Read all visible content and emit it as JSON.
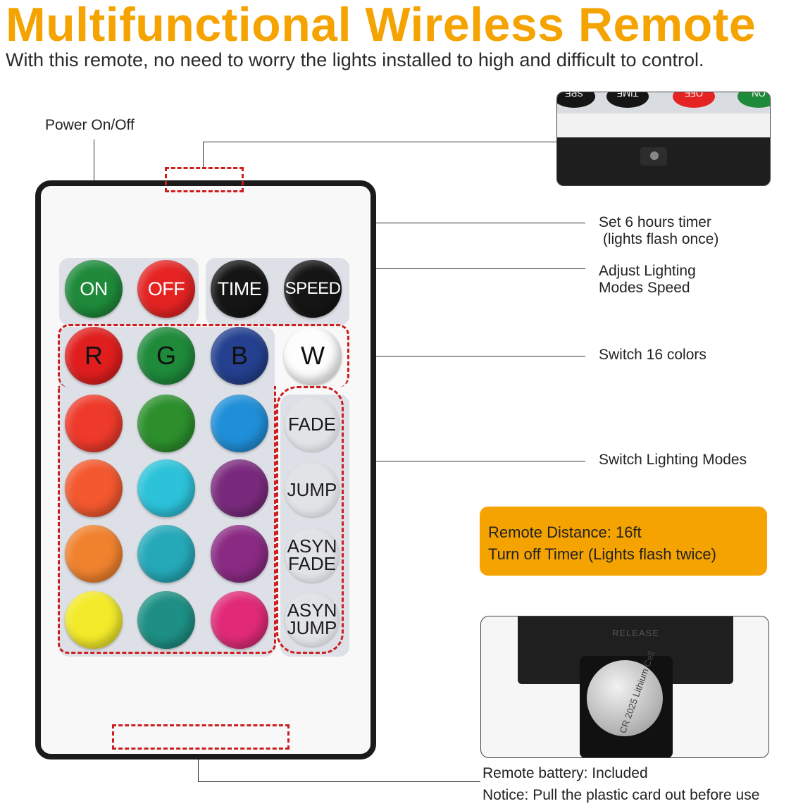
{
  "header": {
    "title": "Multifunctional Wireless Remote",
    "subtitle": "With this remote, no need to worry the lights installed to high and difficult to control."
  },
  "labels": {
    "power": "Power On/Off",
    "timer": "Set 6 hours timer\n (lights flash once)",
    "speed": "Adjust Lighting\nModes Speed",
    "colors": "Switch 16 colors",
    "modes": "Switch Lighting Modes",
    "battery_1": "Remote battery: Included",
    "battery_2": "Notice: Pull the plastic card out before use"
  },
  "info_box": {
    "line1": "Remote Distance: 16ft",
    "line2": "Turn off Timer (Lights flash twice)"
  },
  "remote": {
    "top_row": [
      {
        "label": "ON",
        "color": "#1e8a3a"
      },
      {
        "label": "OFF",
        "color": "#e52323"
      },
      {
        "label": "TIME",
        "color": "#151515"
      },
      {
        "label": "SPEED",
        "color": "#151515"
      }
    ],
    "rgbw": [
      {
        "label": "R",
        "color": "#e01e1e"
      },
      {
        "label": "G",
        "color": "#1e8a3a"
      },
      {
        "label": "B",
        "color": "#24408f"
      },
      {
        "label": "W",
        "color": "#fdfdfd"
      }
    ],
    "color_grid": [
      [
        "#ee3a2a",
        "#2c8f2c",
        "#1f8fd8"
      ],
      [
        "#f3582e",
        "#2cc3da",
        "#7a2a7d"
      ],
      [
        "#f0822e",
        "#25a9b9",
        "#8a2a83"
      ],
      [
        "#f3ea2a",
        "#1d8f84",
        "#e02a78"
      ]
    ],
    "modes": [
      {
        "line1": "FADE",
        "line2": ""
      },
      {
        "line1": "JUMP",
        "line2": ""
      },
      {
        "line1": "ASYN",
        "line2": "FADE"
      },
      {
        "line1": "ASYN",
        "line2": "JUMP"
      }
    ]
  },
  "inset_top": {
    "keys": [
      "SPE",
      "TIME",
      "OFF",
      "ON"
    ]
  },
  "inset_bottom": {
    "release_text": "RELEASE",
    "coin_text": "CR 2025 Lithium Cell"
  },
  "colors": {
    "title": "#f5a300",
    "accent_box": "#f5a300",
    "dash": "#cc1e1e"
  }
}
